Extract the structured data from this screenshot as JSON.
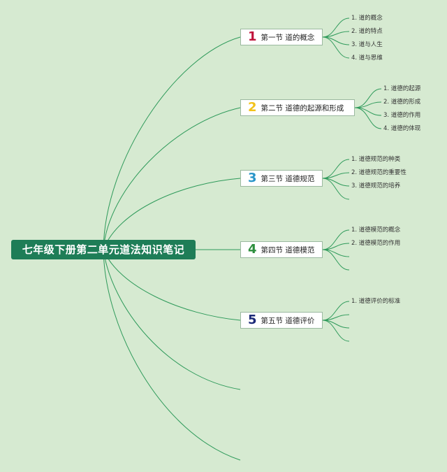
{
  "title": "七年级下册第二单元道法知识笔记",
  "colors": {
    "background": "#d6ead1",
    "root_fill": "#1e7d57",
    "edge": "#2e9a5a"
  },
  "sections": [
    {
      "number": "1",
      "number_color": "#c0143c",
      "label": "第一节 道的概念",
      "items": [
        "1. 道的概念",
        "2. 道的特点",
        "3. 道与人生",
        "4. 道与思维"
      ]
    },
    {
      "number": "2",
      "number_color": "#f2c21b",
      "label": "第二节 道德的起源和形成",
      "items": [
        "1. 道德的起源",
        "2. 道德的形成",
        "3. 道德的作用",
        "4. 道德的体现"
      ]
    },
    {
      "number": "3",
      "number_color": "#2a95c9",
      "label": "第三节 道德规范",
      "items": [
        "1. 道德规范的种类",
        "2. 道德规范的重要性",
        "3. 道德规范的培养"
      ]
    },
    {
      "number": "4",
      "number_color": "#2e8f3e",
      "label": "第四节 道德模范",
      "items": [
        "1. 道德模范的概念",
        "2. 道德模范的作用"
      ]
    },
    {
      "number": "5",
      "number_color": "#1c2a78",
      "label": "第五节 道德评价",
      "items": [
        "1. 道德评价的标准"
      ]
    }
  ]
}
